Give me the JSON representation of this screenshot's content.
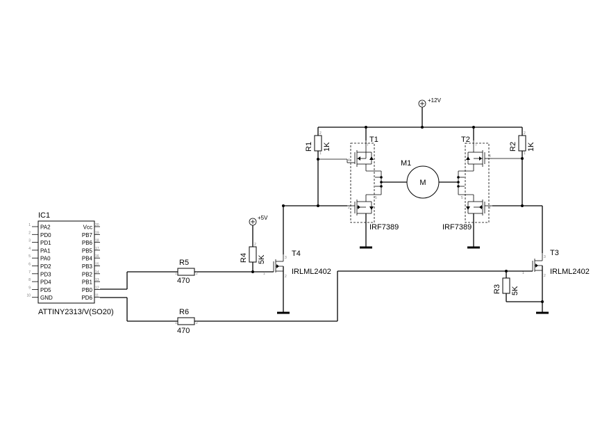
{
  "supply": {
    "v12": "+12V",
    "v5": "+5V"
  },
  "ic1": {
    "ref": "IC1",
    "part": "ATTINY2313/V(SO20)",
    "left_pins": [
      "PA2",
      "PD0",
      "PD1",
      "PA1",
      "PA0",
      "PD2",
      "PD3",
      "PD4",
      "PD5",
      "GND"
    ],
    "right_pins": [
      "Vcc",
      "PB7",
      "PB6",
      "PB5",
      "PB4",
      "PB3",
      "PB2",
      "PB1",
      "PB0",
      "PD6"
    ]
  },
  "resistors": {
    "r1": {
      "ref": "R1",
      "value": "1K"
    },
    "r2": {
      "ref": "R2",
      "value": "1K"
    },
    "r3": {
      "ref": "R3",
      "value": "5K"
    },
    "r4": {
      "ref": "R4",
      "value": "5K"
    },
    "r5": {
      "ref": "R5",
      "value": "470"
    },
    "r6": {
      "ref": "R6",
      "value": "470"
    }
  },
  "transistors": {
    "t1": {
      "ref": "T1",
      "part": "IRF7389"
    },
    "t2": {
      "ref": "T2",
      "part": "IRF7389"
    },
    "t3": {
      "ref": "T3",
      "part": "IRLML2402"
    },
    "t4": {
      "ref": "T4",
      "part": "IRLML2402"
    }
  },
  "motor": {
    "ref": "M1",
    "symbol": "M"
  }
}
